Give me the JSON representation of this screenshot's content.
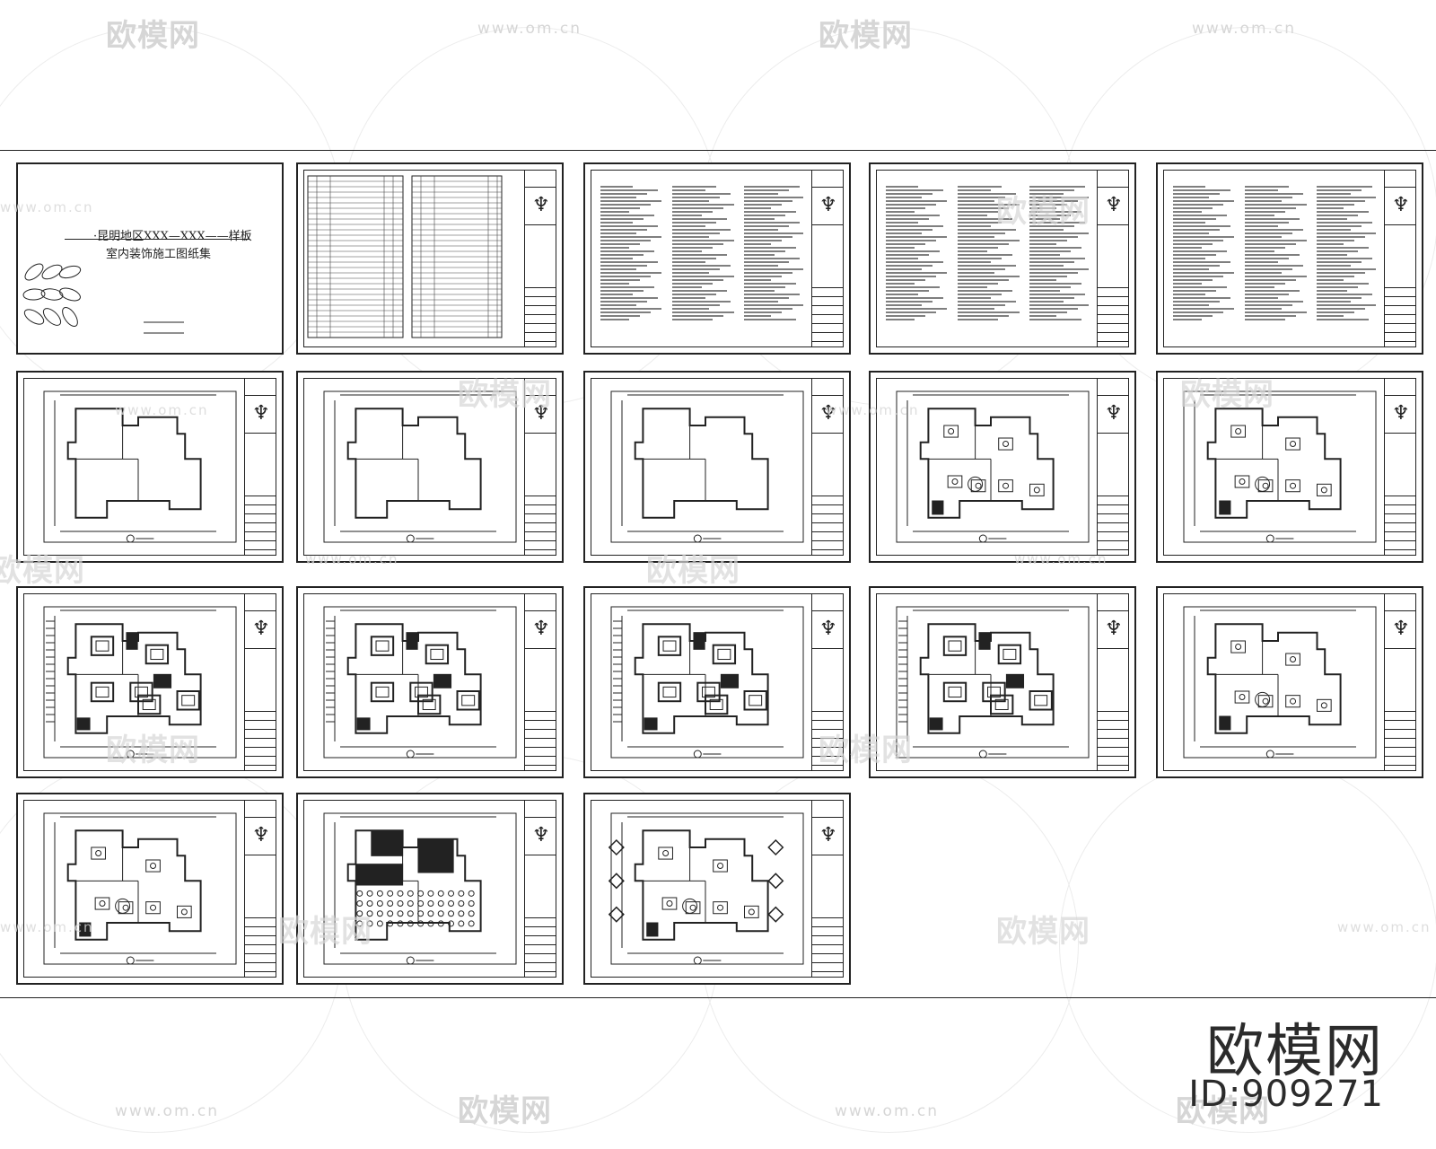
{
  "watermark": {
    "logo_text": "欧模网",
    "url_text": "www.om.cn"
  },
  "cover": {
    "title_line1": "·昆明地区XXX—XXX——样板",
    "title_line2": "室内装饰施工图纸集"
  },
  "brand": {
    "name": "欧模网",
    "id_text": "ID:909271"
  },
  "colors": {
    "line": "#222222",
    "watermark": "#d6d6d6",
    "background": "#ffffff"
  }
}
